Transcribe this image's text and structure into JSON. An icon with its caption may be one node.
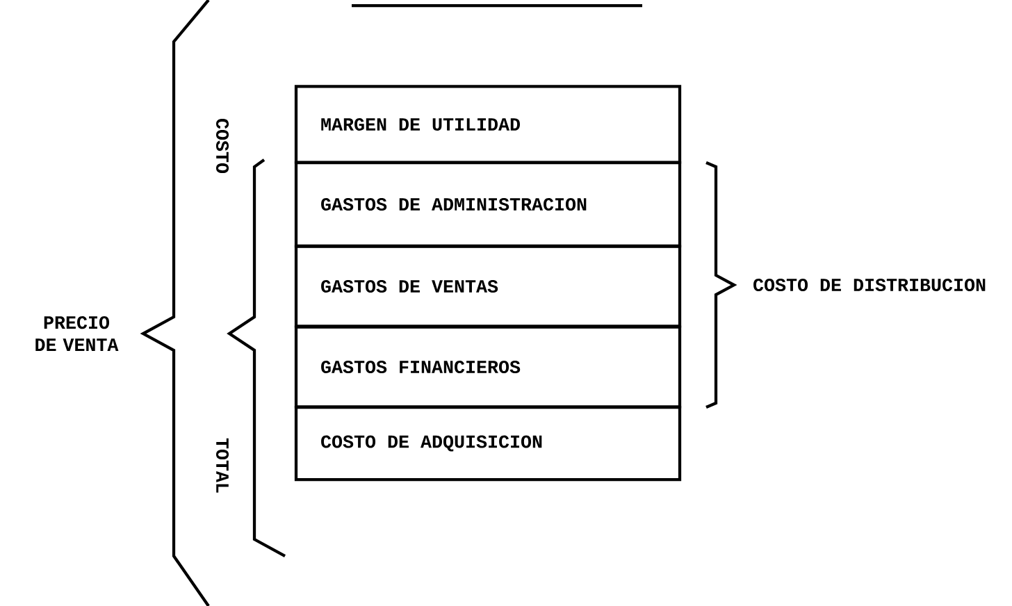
{
  "diagram": {
    "nodes": [
      {
        "text": [
          "MARGEN DE UTILIDAD"
        ]
      },
      {
        "text": [
          "GASTOS DE ADMINISTRACION"
        ]
      },
      {
        "text": [
          "GASTOS DE VENTAS"
        ]
      },
      {
        "text": [
          "GASTOS FINANCIEROS"
        ]
      },
      {
        "text": [
          "COSTO DE ADQUISICION"
        ]
      }
    ],
    "edges": [],
    "labels": [
      "PRECIO DE VENTA",
      "COSTO",
      "TOTAL",
      "COSTO DE DISTRIBUCION"
    ]
  }
}
